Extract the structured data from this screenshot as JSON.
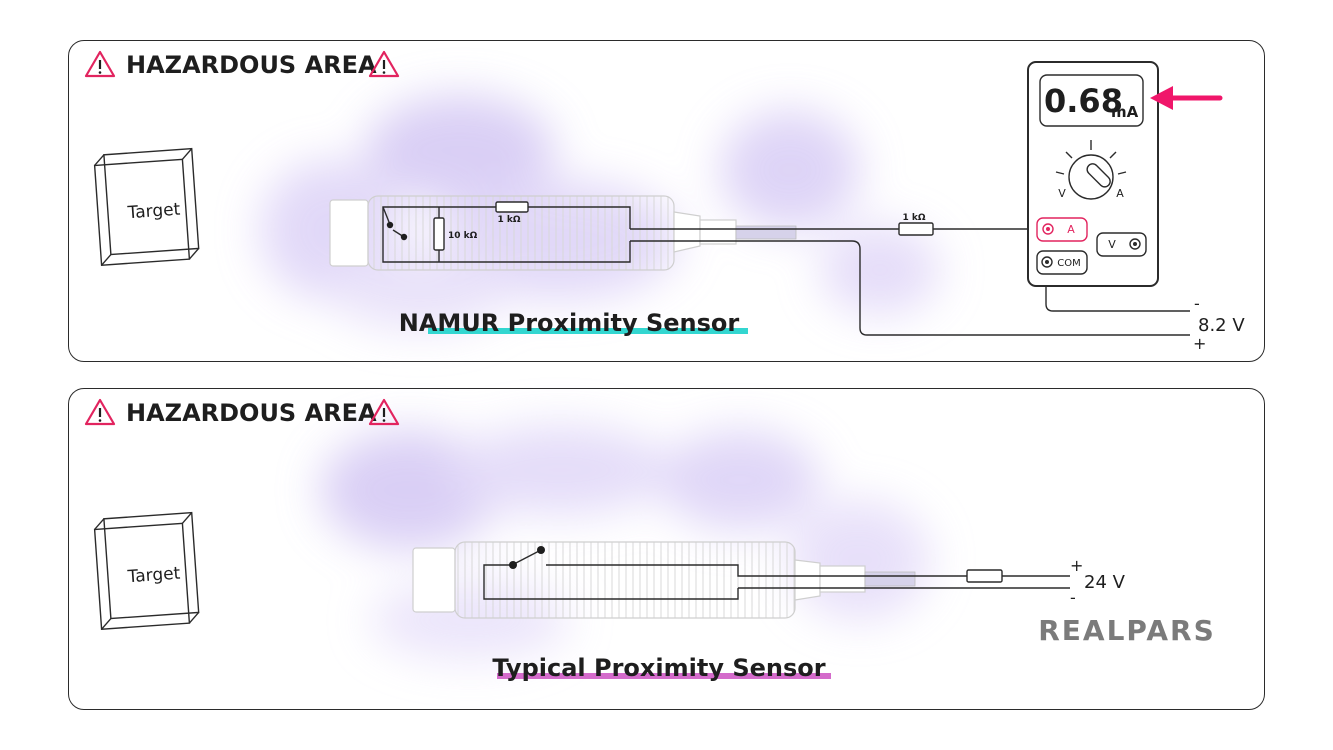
{
  "colors": {
    "hazard": "#e2245f",
    "namur_underline": "#33d6d0",
    "typical_underline": "#d46bcb",
    "arrow": "#f0166a",
    "haze": "#cdbff2",
    "line": "#2b2b2b",
    "ghost": "#c8c8c8"
  },
  "namur": {
    "hazard_label": "HAZARDOUS AREA",
    "target_label": "Target",
    "resistor_internal_series": "1 kΩ",
    "resistor_internal_parallel": "10 kΩ",
    "resistor_external": "1 kΩ",
    "title": "NAMUR Proximity Sensor",
    "supply_minus": "-",
    "supply_voltage": "8.2 V",
    "supply_plus": "+",
    "multimeter": {
      "display_value": "0.68",
      "display_unit": "mA",
      "dial_left": "V",
      "dial_right": "A",
      "jack_a": "A",
      "jack_v": "V",
      "jack_com": "COM"
    }
  },
  "typical": {
    "hazard_label": "HAZARDOUS AREA",
    "target_label": "Target",
    "title": "Typical Proximity Sensor",
    "supply_plus": "+",
    "supply_voltage": "24 V",
    "supply_minus": "-"
  },
  "brand": "REALPARS"
}
